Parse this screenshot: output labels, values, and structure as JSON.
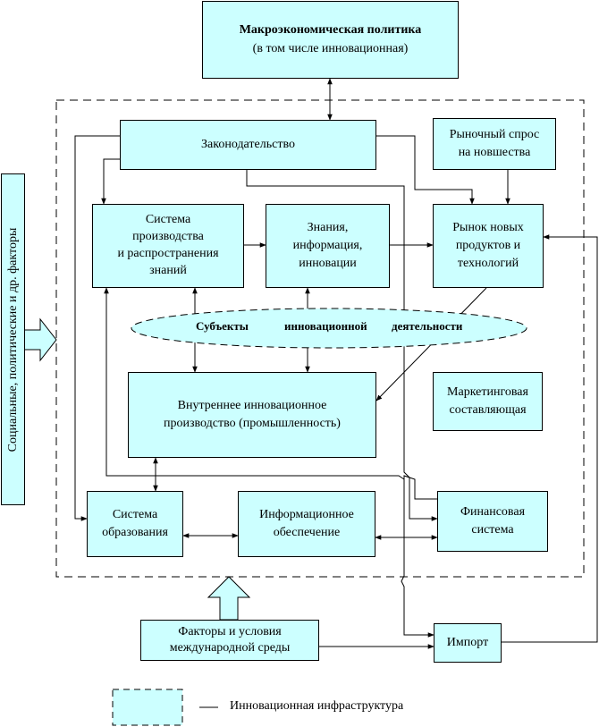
{
  "macro": {
    "title": "Макроэкономическая политика",
    "subtitle": "(в том числе инновационная)"
  },
  "side_factors": "Социальные, политические и др. факторы",
  "legislation": "Законодательство",
  "market_demand": [
    "Рыночный спрос",
    "на новшества"
  ],
  "production_system": [
    "Система",
    "производства",
    "и распространения",
    "знаний"
  ],
  "knowledge": [
    "Знания,",
    "информация,",
    "инновации"
  ],
  "market_new": [
    "Рынок новых",
    "продуктов и",
    "технологий"
  ],
  "subjects": [
    "Субъекты",
    "инновационной",
    "деятельности"
  ],
  "internal_production": [
    "Внутреннее  инновационное",
    "производство (промышленность)"
  ],
  "marketing": [
    "Маркетинговая",
    "составляющая"
  ],
  "education": [
    "Система",
    "образования"
  ],
  "info_support": [
    "Информационное",
    "обеспечение"
  ],
  "financial": [
    "Финансовая",
    "система"
  ],
  "international": [
    "Факторы и условия",
    "международной среды"
  ],
  "import": "Импорт",
  "legend": {
    "label": "Инновационная инфраструктура"
  },
  "colors": {
    "box_fill": "#ccffff",
    "stroke": "#000000"
  }
}
